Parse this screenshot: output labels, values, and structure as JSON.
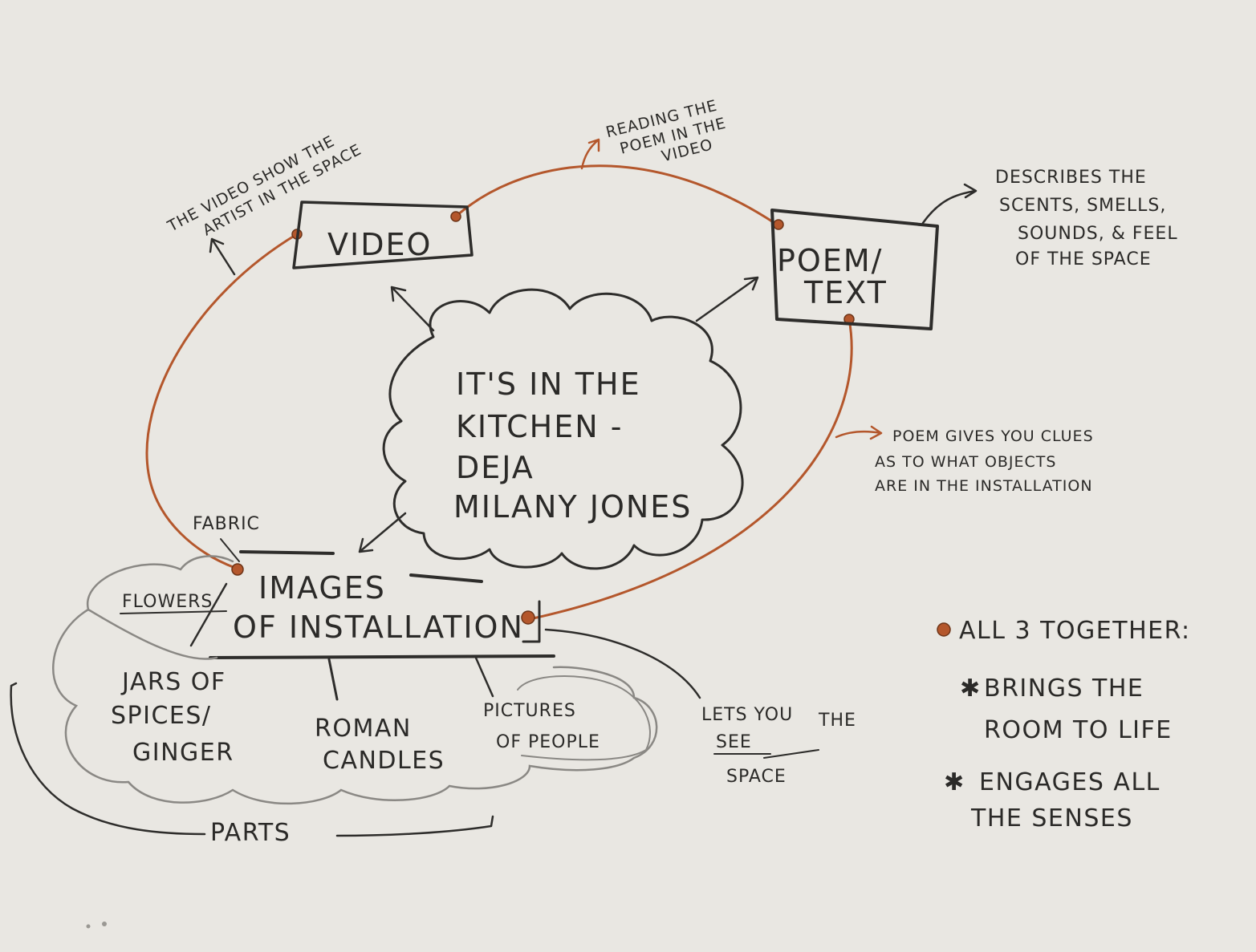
{
  "diagram": {
    "central_topic": [
      "It's in the",
      "Kitchen -",
      "Deja",
      "Milany Jones"
    ],
    "nodes": {
      "video": {
        "label": "Video"
      },
      "poem_text": {
        "label": [
          "Poem/",
          "Text"
        ]
      },
      "images": {
        "label": [
          "Images",
          "of Installation"
        ]
      }
    },
    "notes": {
      "video_artist": [
        "The video show the",
        "artist in the space"
      ],
      "reading_poem": [
        "Reading the",
        "poem in the",
        "video"
      ],
      "poem_describes": [
        "Describes the",
        "scents, smells,",
        "sounds, & feel",
        "of the space"
      ],
      "poem_clues": [
        "Poem gives you clues",
        "as to what objects",
        "are in the installation"
      ],
      "lets_you_see": [
        "Lets you",
        "see",
        "the",
        "space"
      ]
    },
    "parts": {
      "items": [
        "Fabric",
        "Flowers",
        "Jars of Spices/ Ginger",
        "Roman Candles",
        "Pictures of People"
      ],
      "lines": {
        "jars": [
          "Jars of",
          "spices/",
          "Ginger"
        ],
        "candles": [
          "Roman",
          "Candles"
        ],
        "pictures": [
          "Pictures",
          "of People"
        ]
      },
      "label": "Parts"
    },
    "summary": {
      "heading": "All 3 together:",
      "bullets": [
        [
          "Brings the",
          "Room to life"
        ],
        [
          "Engages all",
          "the senses"
        ]
      ]
    },
    "colors": {
      "paper": "#e9e7e2",
      "pencil": "#2e2d2b",
      "accent_orange": "#b4572c"
    }
  }
}
